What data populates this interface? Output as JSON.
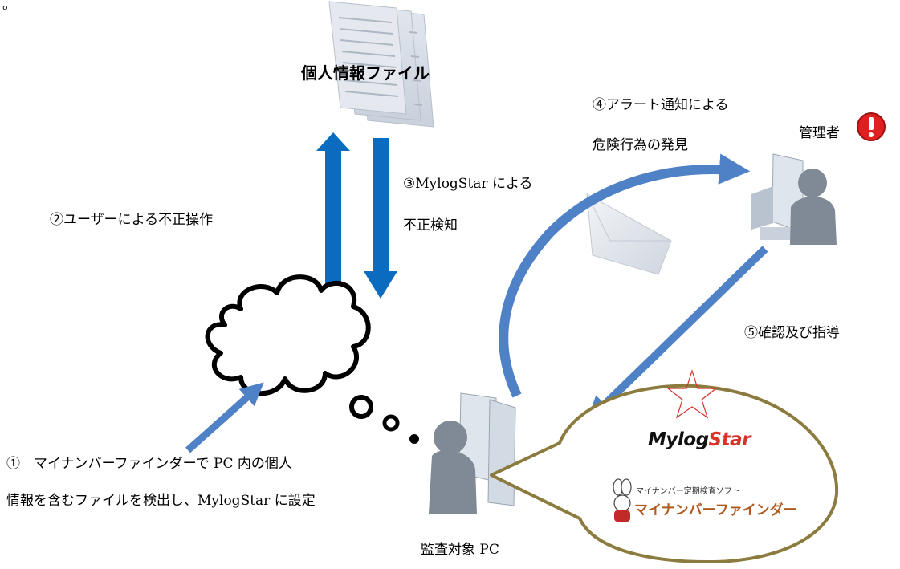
{
  "corner_mark": "。",
  "file_label": "個人情報ファイル",
  "steps": {
    "step1_line1": "①　マイナンバーファインダーで PC 内の個人",
    "step1_line2": "情報を含むファイルを検出し、MylogStar に設定",
    "step2": "②ユーザーによる不正操作",
    "step3_line1": "③MylogStar による",
    "step3_line2": "不正検知",
    "step4_line1": "④アラート通知による",
    "step4_line2": "危険行為の発見",
    "step5": "⑤確認及び指導"
  },
  "roles": {
    "admin": "管理者",
    "target_pc": "監査対象 PC"
  },
  "logos": {
    "mylog": "Mylog",
    "star": "Star",
    "finder_sub": "マイナンバー定期検査ソフト",
    "finder_main": "マイナンバーファインダー"
  },
  "colors": {
    "blue_arrow": "#0b6cbf",
    "light_arrow": "#4f81c6",
    "bubble_stroke": "#8c7b3f",
    "alert_red": "#e02020",
    "logo_red": "#d7332a"
  }
}
